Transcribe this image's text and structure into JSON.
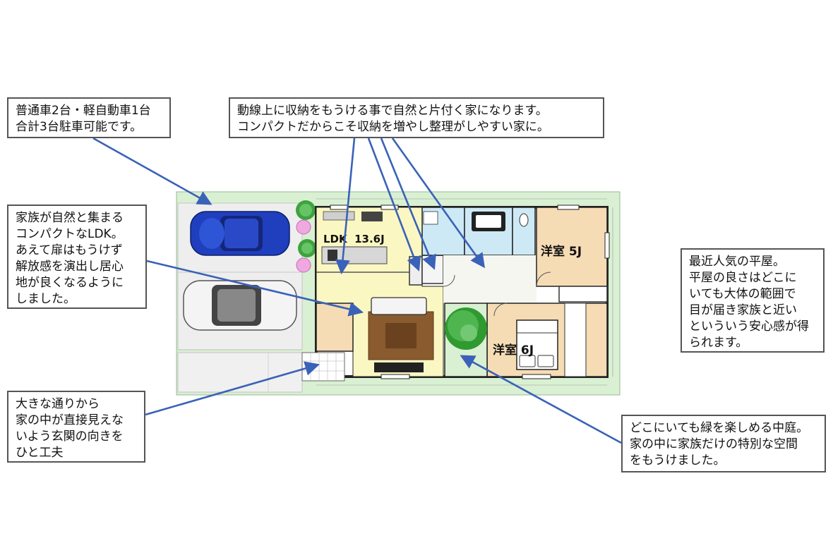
{
  "callouts": {
    "parking": [
      "普通車2台・軽自動車1台",
      "合計3台駐車可能です。"
    ],
    "storage": [
      "動線上に収納をもうける事で自然と片付く家になります。",
      "コンパクトだからこそ収納を増やし整理がしやすい家に。"
    ],
    "ldk": [
      "家族が自然と集まる",
      "コンパクトなLDK。",
      "あえて扉はもうけず",
      "解放感を演出し居心",
      "地が良くなるように",
      "しました。"
    ],
    "hiraya": [
      "最近人気の平屋。",
      "平屋の良さはどこに",
      "いても大体の範囲で",
      "目が届き家族と近い",
      "といういう安心感が得",
      "られます。"
    ],
    "entrance": [
      "大きな通りから",
      "家の中が直接見えな",
      "いよう玄関の向きを",
      "ひと工夫"
    ],
    "courtyard": [
      "どこにいても緑を楽しめる中庭。",
      "家の中に家族だけの特別な空間",
      "をもうけました。"
    ]
  },
  "rooms": {
    "ldk": "LDK  13.6J",
    "western5": "洋室 5J",
    "western6": "洋室 6J"
  },
  "colors": {
    "arrow": "#3a62b8",
    "lawn": "#d9f0d3",
    "ldk_floor": "#fbf7c2",
    "bath": "#cde9f5",
    "bedroom": "#f6dcb4",
    "car_blue": "#1f3fbf",
    "car_white": "#f4f4f4"
  }
}
